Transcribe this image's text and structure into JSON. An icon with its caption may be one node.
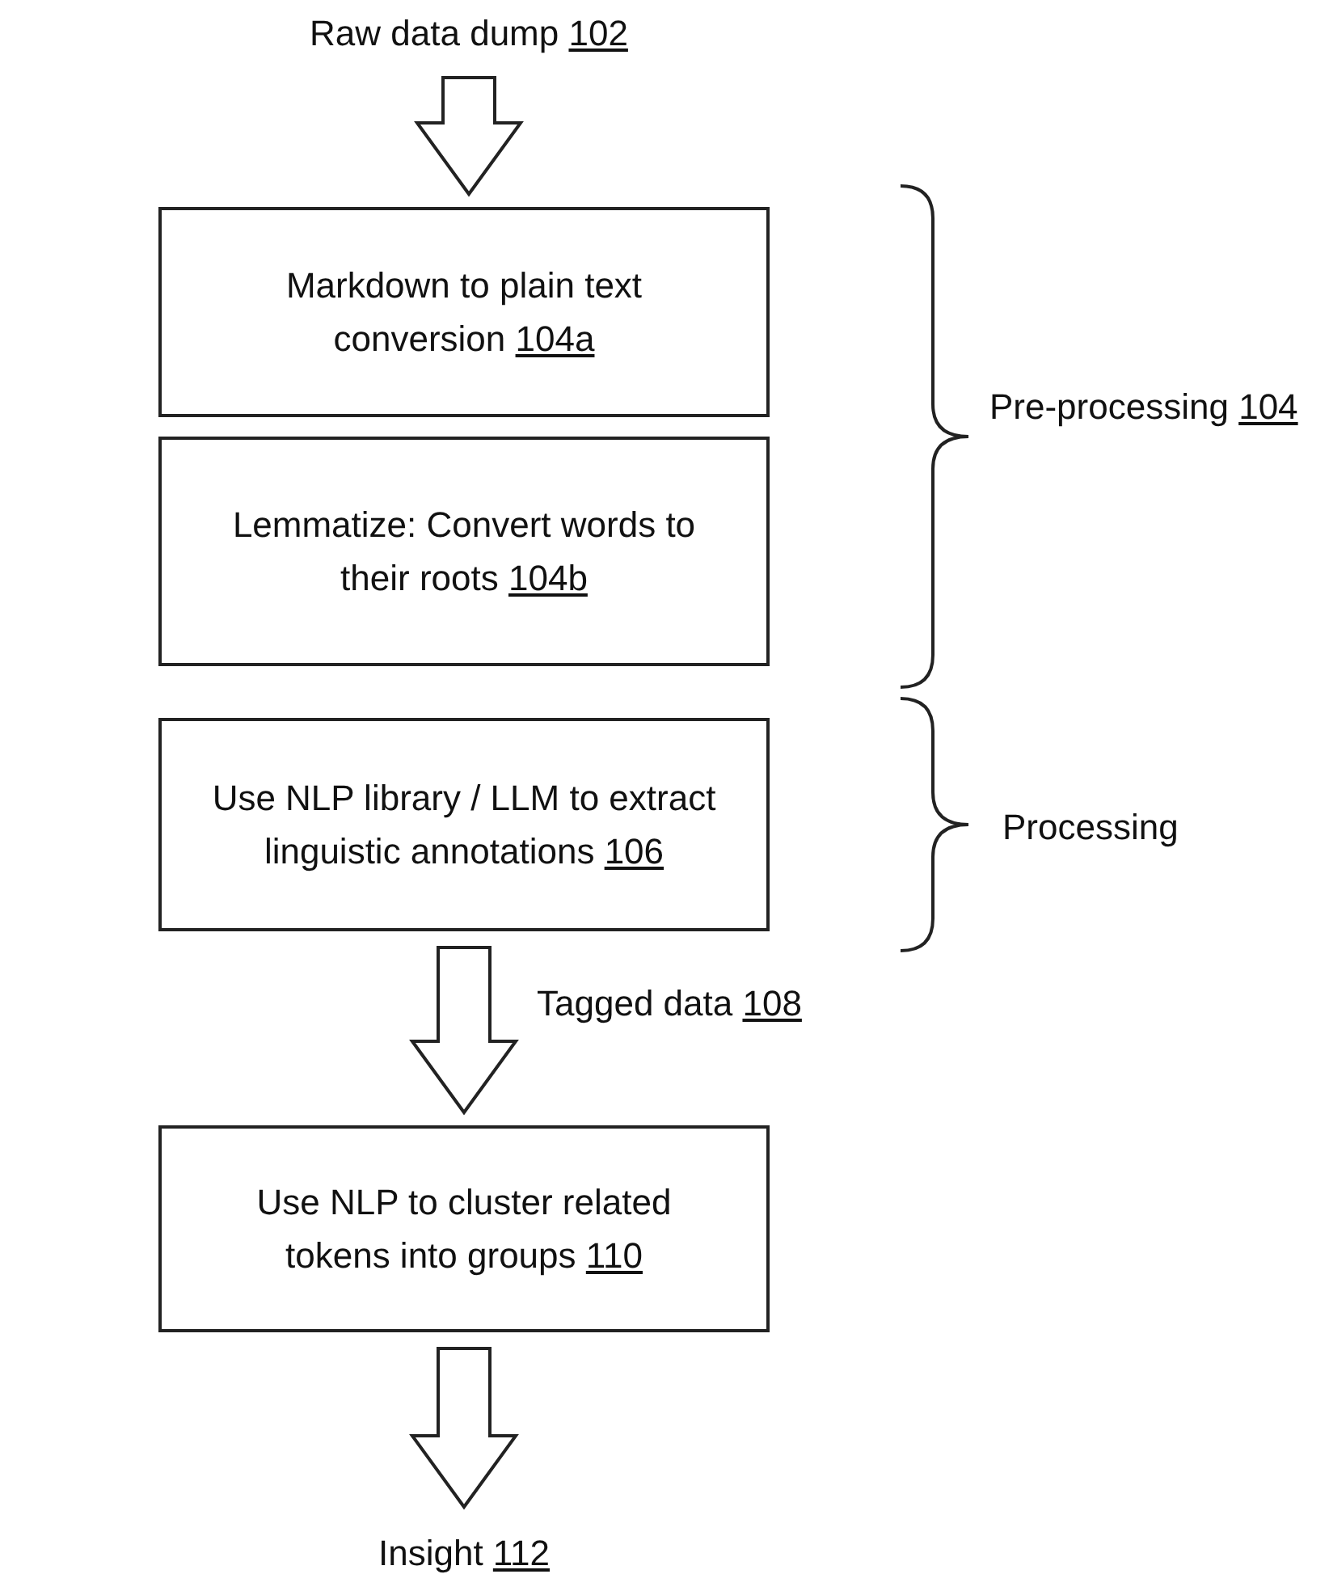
{
  "diagram": {
    "nodes": [
      {
        "text": [
          "Raw data dump 102"
        ]
      },
      {
        "text": [
          "Markdown to plain text conversion 104a"
        ]
      },
      {
        "text": [
          "Lemmatize: Convert words to their roots 104b"
        ]
      },
      {
        "text": [
          "Use NLP library / LLM to extract linguistic annotations 106"
        ]
      },
      {
        "text": [
          "Use NLP to cluster related tokens into groups 110"
        ]
      },
      {
        "text": [
          "Insight 112"
        ]
      }
    ],
    "edges": [
      {
        "from": 0,
        "to": 1,
        "arrow": "to"
      },
      {
        "from": 3,
        "to": 4,
        "arrow": "to",
        "label": "Tagged data 108"
      },
      {
        "from": 4,
        "to": 5,
        "arrow": "to"
      }
    ],
    "labels": [
      "Pre-processing 104",
      "Processing"
    ]
  }
}
